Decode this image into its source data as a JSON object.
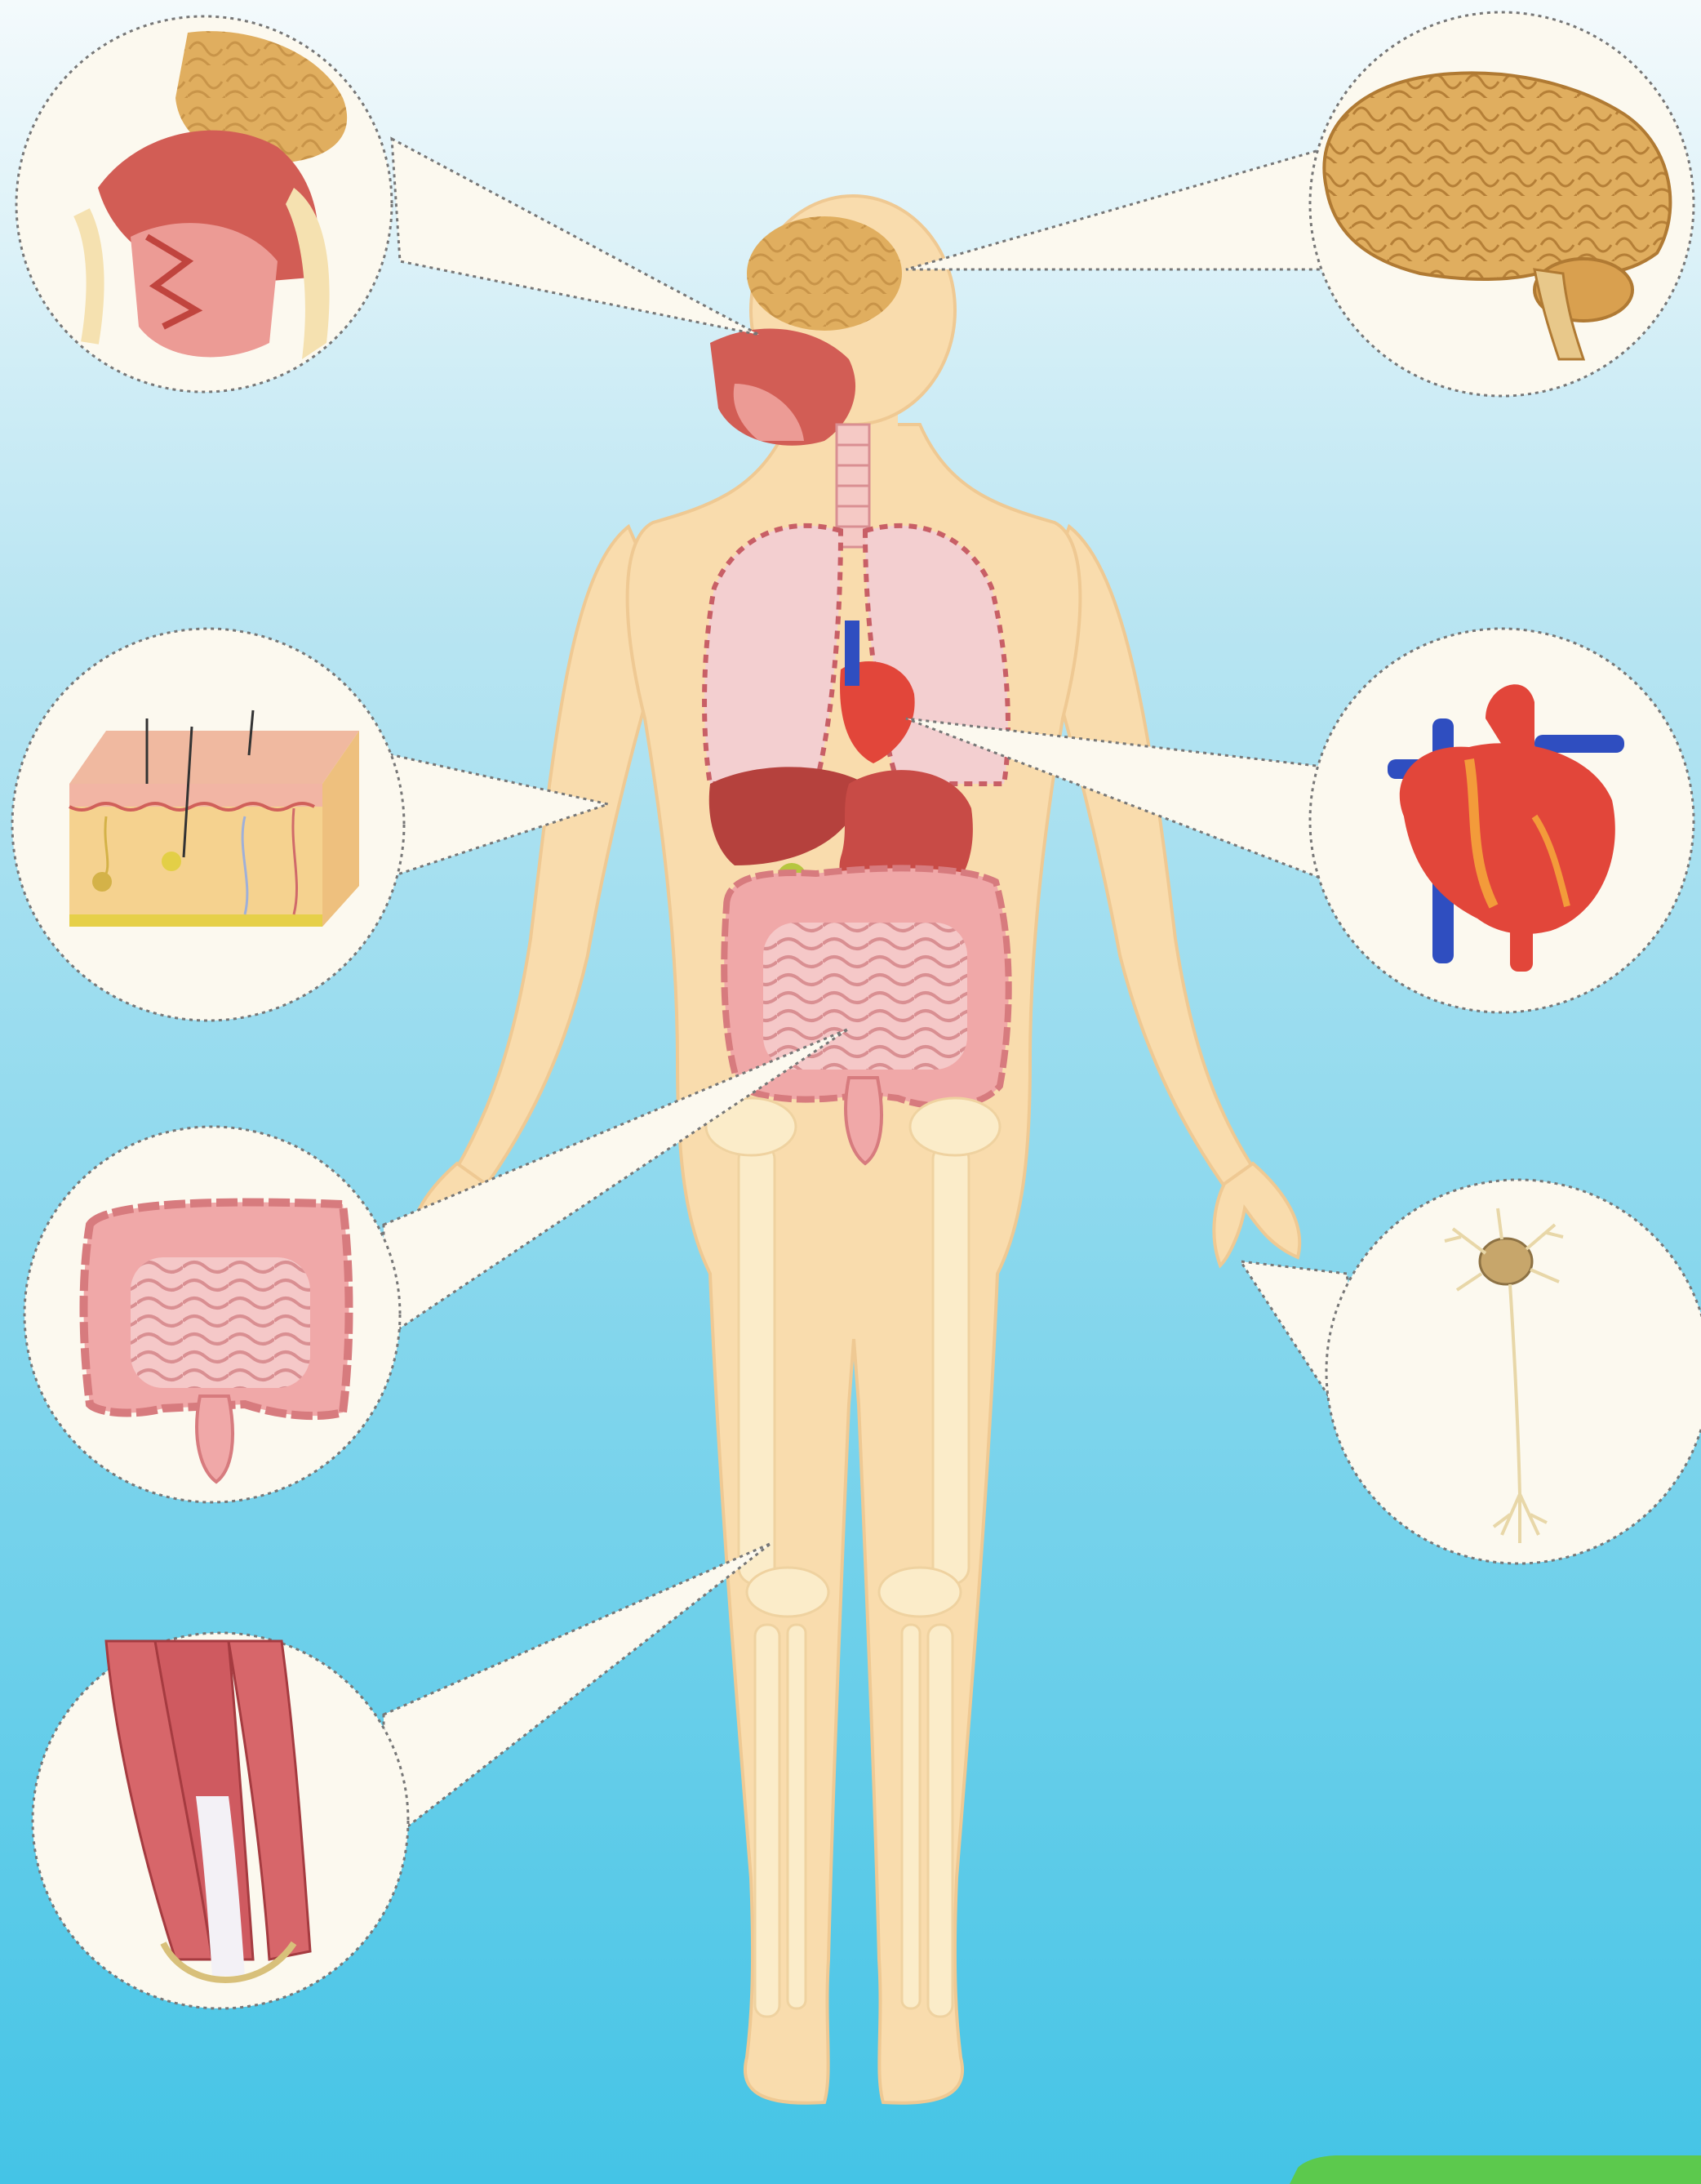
{
  "figure": {
    "kind": "human body organs diagram",
    "background": {
      "top": "#f4fafc",
      "bottom": "#44c4e6"
    },
    "colors": {
      "body": "#f9dcad",
      "body_outline": "#efc993",
      "bone": "#fbecc9",
      "lung": "#f3cfd0",
      "lung_edge": "#c85f66",
      "liver": "#b5413d",
      "stomach": "#c84b46",
      "intestine": "#f0a8a8",
      "intestine_wall": "#d77b7e",
      "brain": "#e0ae5f",
      "heart": "#e2463a",
      "vein": "#2f4ec0",
      "muscle": "#d7666a",
      "skin": "#f5d28f",
      "nerve": "#efe2c8",
      "callout_fill": "#fcf9ef",
      "callout_border": "#777777",
      "corner_tab": "#5cc94d"
    },
    "callouts": [
      {
        "name": "head-cross-section",
        "icon": "head-section-icon"
      },
      {
        "name": "brain",
        "icon": "brain-icon"
      },
      {
        "name": "skin",
        "icon": "skin-layers-icon"
      },
      {
        "name": "heart",
        "icon": "heart-icon"
      },
      {
        "name": "intestines",
        "icon": "intestines-icon"
      },
      {
        "name": "neuron",
        "icon": "neuron-icon"
      },
      {
        "name": "muscle",
        "icon": "muscle-icon"
      }
    ]
  }
}
